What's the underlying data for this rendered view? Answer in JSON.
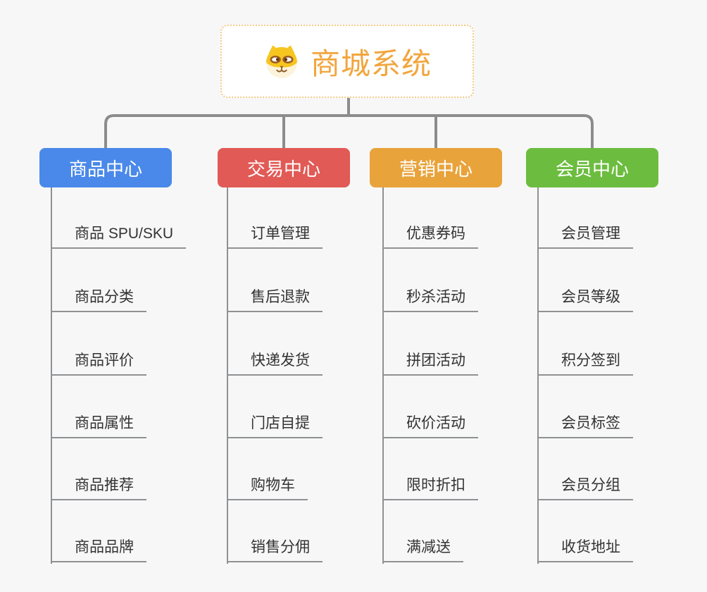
{
  "root": {
    "label": "商城系统",
    "icon": "dog-face-icon",
    "accent": "#f2a53d",
    "border": "#f3cb86"
  },
  "branches": [
    {
      "label": "商品中心",
      "color": "#4a89e9",
      "items": [
        "商品 SPU/SKU",
        "商品分类",
        "商品评价",
        "商品属性",
        "商品推荐",
        "商品品牌"
      ]
    },
    {
      "label": "交易中心",
      "color": "#e15a56",
      "items": [
        "订单管理",
        "售后退款",
        "快递发货",
        "门店自提",
        "购物车",
        "销售分佣"
      ]
    },
    {
      "label": "营销中心",
      "color": "#e8a33b",
      "items": [
        "优惠券码",
        "秒杀活动",
        "拼团活动",
        "砍价活动",
        "限时折扣",
        "满减送"
      ]
    },
    {
      "label": "会员中心",
      "color": "#6cbd3f",
      "items": [
        "会员管理",
        "会员等级",
        "积分签到",
        "会员标签",
        "会员分组",
        "收货地址"
      ]
    }
  ],
  "colors": {
    "background": "#f7f7f7",
    "connector": "#8c8c8c",
    "leaf_line": "#8f9193",
    "leaf_text": "#333333"
  }
}
